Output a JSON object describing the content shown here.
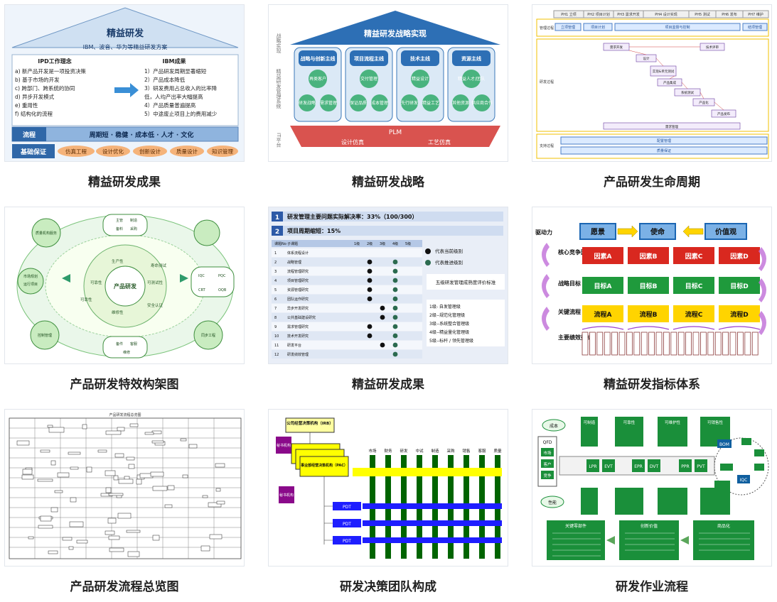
{
  "captions": [
    "精益研发成果",
    "精益研发战略",
    "产品研发生命周期",
    "产品研发特效构架图",
    "精益研发成果",
    "精益研发指标体系",
    "产品研发流程总览图",
    "研发决策团队构成",
    "研发作业流程"
  ],
  "t1": {
    "title": "精益研发",
    "subtitle": "IBM、波音、华为等精益研发方案",
    "left_head": "IPD工作理念",
    "left_items": [
      "a) 新产品开发是一项投资决策",
      "b) 基于市场的开发",
      "c) 跨部门、跨系统的协同",
      "d) 异步开发模式",
      "e) 重用性",
      "f) 结构化的流程"
    ],
    "right_head": "IBM成果",
    "right_items": [
      "1）产品研发周期显著缩短",
      "2）产品成本降低",
      "3）研发费用占总收入的比率降",
      "低，人均产出率大幅提高",
      "4）产品质量普遍提高",
      "5）中途废止项目上的费用减少"
    ],
    "flow_label": "流程",
    "flow_text": "周期短 · 稳健 · 成本低 · 人才 · 文化",
    "base_label": "基础保证",
    "base_items": [
      "仿真工程",
      "设计优化",
      "创新设计",
      "质量设计",
      "知识管理"
    ]
  },
  "t2": {
    "side_top": "战略实现",
    "side_mid": "精益研发管理系统",
    "side_bottom": "IT平台",
    "roof": "精益研发战略实现",
    "pillars": [
      {
        "head": "战略与创新主线",
        "c1": "再类客户",
        "c2": "研发战略",
        "c3": "需求管理"
      },
      {
        "head": "项目流程主线",
        "c1": "交付管理",
        "c2": "保证品质",
        "c3": "成本管理"
      },
      {
        "head": "技术主线",
        "c1": "精益设计",
        "c2": "先行研发",
        "c3": "精益工艺"
      },
      {
        "head": "资源主线",
        "c1": "精益人才/团队",
        "c2": "其他资源",
        "c3": "供应商合作"
      }
    ],
    "plm": "PLM",
    "sim1": "设计仿真",
    "sim2": "工艺仿真"
  },
  "t3": {
    "phases": [
      "PH1 立项",
      "PH2 项目计划",
      "PH3 需求开发",
      "PH4 设计实现",
      "PH5 测试",
      "PH6 发布",
      "PH7 维护"
    ],
    "rows": [
      "管理过程",
      "研发过程",
      "支持过程"
    ],
    "mgmt": [
      "立项管理",
      "项目计划",
      "项目监督与控制",
      "结项管理"
    ],
    "steps": [
      "需求开发",
      "技术评审",
      "设计",
      "实现&单元测试",
      "产品集成",
      "系统测试",
      "产品化",
      "产品发布"
    ],
    "req_mgmt": "需求管理",
    "cfg": "配置管理",
    "qa": "质量保证"
  },
  "t4": {
    "outer": [
      "质量机构服务",
      "市场规划",
      "运行项目",
      "控制管理",
      "同步工程"
    ],
    "top_nodes": [
      "主管",
      "制造",
      "备料",
      "采购"
    ],
    "bottom_nodes": [
      "备件",
      "客服",
      "维修"
    ],
    "right_nodes": [
      "IQC",
      "PQC",
      "CRT",
      "OQB"
    ],
    "center": "产品研发",
    "ring": [
      "生产性",
      "可靠性",
      "可测试性",
      "维修性",
      "寿命测试",
      "可靠性",
      "安全认证"
    ]
  },
  "t5": {
    "h1_num": "1",
    "h1": "研发管理主要问题实际解决率：33%（100/300）",
    "h2_num": "2",
    "h2": "项目周期缩短：15%",
    "cols": [
      "课题No",
      "子课题",
      "1级",
      "2级",
      "3级",
      "4级",
      "5级"
    ],
    "rows": [
      "体系流程设计",
      "战略管理",
      "流程管理研究",
      "项目管理研究",
      "资源管理研究",
      "团队运作研究",
      "异步开发研究",
      "公共基础建设研究",
      "需求管理研究",
      "技术开发研究",
      "研发平台",
      "研发绩效管理"
    ],
    "row_nums": [
      "1",
      "2",
      "3",
      "4",
      "5",
      "6",
      "7",
      "8",
      "9",
      "10",
      "11",
      "12"
    ],
    "cur_positions": [
      0,
      1,
      1,
      1,
      1,
      1,
      2,
      2,
      1,
      1,
      2,
      0
    ],
    "tgt_positions": [
      0,
      3,
      3,
      3,
      3,
      3,
      3,
      3,
      3,
      3,
      3,
      3
    ],
    "legend_cur": "代表当前级别",
    "legend_tgt": "代表推进级别",
    "note": "五级研发管理成熟度评价标准",
    "levels": [
      "1级- 自发管理级",
      "2级--规范化管理级",
      "3级--系统整合管理级",
      "4级--精益量化管理级",
      "5级--标杆 / 领先管理级"
    ]
  },
  "t6": {
    "labels": [
      "驱动力",
      "核心竞争因素",
      "战略目标",
      "关键流程",
      "主要绩效指标"
    ],
    "top": [
      "愿景",
      "使命",
      "价值观"
    ],
    "factors": [
      "因素A",
      "因素B",
      "因素C",
      "因素D"
    ],
    "goals": [
      "目标A",
      "目标B",
      "目标C",
      "目标D"
    ],
    "flows": [
      "流程A",
      "流程B",
      "流程C",
      "流程D"
    ]
  },
  "t7": {
    "title": "产品研发流程总览图"
  },
  "t8": {
    "irb": "公司经营决策机构（IRB）",
    "sec1": "秘书机构",
    "pac": "事业部经营决策机构（PAC）",
    "sec2": "秘书机构",
    "pdt": [
      "PDT",
      "PDT",
      "PDT"
    ],
    "depts": [
      "市场",
      "财务",
      "研发",
      "中试",
      "制造",
      "采购",
      "销售",
      "客服",
      "质量"
    ]
  },
  "t9": {
    "qfd": "QFD",
    "left": [
      "市场",
      "客户",
      "竞争"
    ],
    "top": [
      "可制造",
      "可靠性",
      "可维护性",
      "可销售性"
    ],
    "process": [
      "LPR",
      "EVT",
      "EPR",
      "DVT",
      "PPR",
      "PVT"
    ],
    "bom": "BOM",
    "iqc": "IQC",
    "cost": "成本",
    "perf": "性能",
    "bottom": [
      "关键零部件",
      "创新价值",
      "商品化"
    ]
  }
}
